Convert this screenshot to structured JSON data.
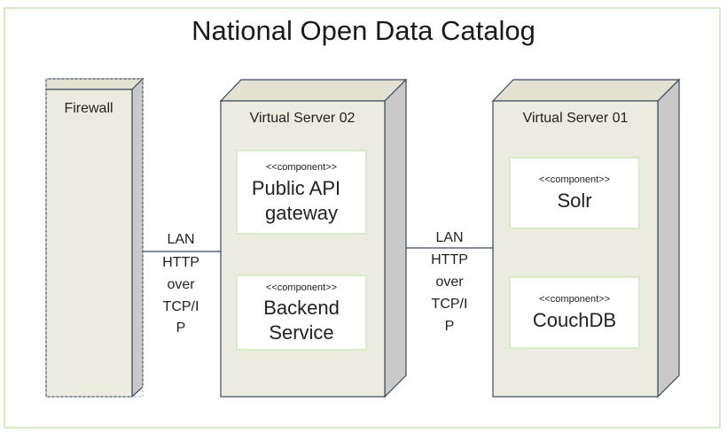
{
  "title": "National Open Data Catalog",
  "nodes": [
    {
      "name": "Firewall"
    },
    {
      "name": "Virtual Server 02",
      "components": [
        {
          "stereotype": "<<component>>",
          "lines": [
            "Public API",
            "gateway"
          ]
        },
        {
          "stereotype": "<<component>>",
          "lines": [
            "Backend",
            "Service"
          ]
        }
      ]
    },
    {
      "name": "Virtual Server 01",
      "components": [
        {
          "stereotype": "<<component>>",
          "lines": [
            "Solr"
          ]
        },
        {
          "stereotype": "<<component>>",
          "lines": [
            "CouchDB"
          ]
        }
      ]
    }
  ],
  "links": [
    {
      "lines": [
        "LAN",
        "HTTP",
        "over",
        "TCP/I",
        "P"
      ]
    },
    {
      "lines": [
        "LAN",
        "HTTP",
        "over",
        "TCP/I",
        "P"
      ]
    }
  ]
}
